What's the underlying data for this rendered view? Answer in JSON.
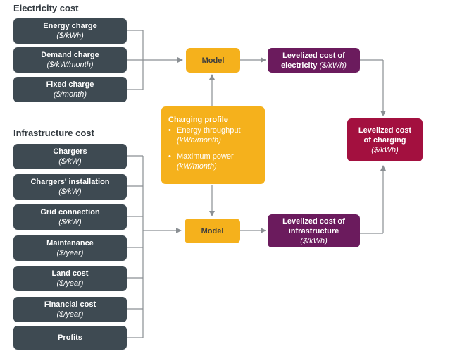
{
  "electricity": {
    "title": "Electricity cost",
    "items": [
      {
        "label": "Energy charge",
        "unit": "($/kWh)"
      },
      {
        "label": "Demand charge",
        "unit": "($/kW/month)"
      },
      {
        "label": "Fixed charge",
        "unit": "($/month)"
      }
    ]
  },
  "infrastructure": {
    "title": "Infrastructure cost",
    "items": [
      {
        "label": "Chargers",
        "unit": "($/kW)"
      },
      {
        "label": "Chargers' installation",
        "unit": "($/kW)"
      },
      {
        "label": "Grid connection",
        "unit": "($/kW)"
      },
      {
        "label": "Maintenance",
        "unit": "($/year)"
      },
      {
        "label": "Land cost",
        "unit": "($/year)"
      },
      {
        "label": "Financial cost",
        "unit": "($/year)"
      },
      {
        "label": "Profits",
        "unit": ""
      }
    ]
  },
  "model_top": "Model",
  "model_bottom": "Model",
  "charging_profile": {
    "title": "Charging profile",
    "bullets": [
      {
        "label": "Energy throughput",
        "unit": "(kWh/month)"
      },
      {
        "label": "Maximum power",
        "unit": "(kW/month)"
      }
    ]
  },
  "lc_electricity": {
    "line1": "Levelized cost of",
    "line2": "electricity",
    "unit": "($/kWh)"
  },
  "lc_infrastructure": {
    "line1": "Levelized cost of",
    "line2": "infrastructure",
    "unit": "($/kWh)"
  },
  "lc_charging": {
    "line1": "Levelized cost",
    "line2": "of charging",
    "unit": "($/kWh)"
  },
  "colors": {
    "dark": "#3e4a52",
    "orange": "#f5b11c",
    "purple": "#6b1b5d",
    "crimson": "#a3103f",
    "connector": "#8a8f93"
  }
}
